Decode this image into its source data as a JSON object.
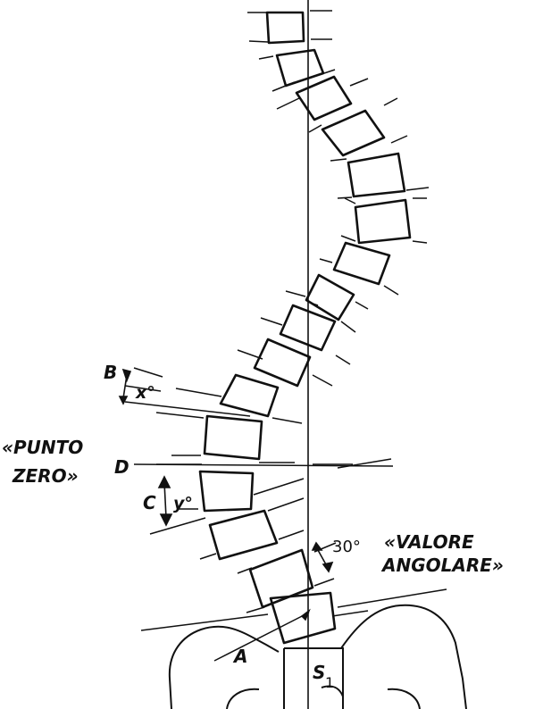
{
  "labels": {
    "point_b": "B",
    "angle_x": "x°",
    "punto_zero_line1": "«PUNTO",
    "punto_zero_line2": "ZERO»",
    "point_d": "D",
    "point_c": "C",
    "angle_y": "y°",
    "angle_30": "30°",
    "valore_line1": "«VALORE",
    "valore_line2": "ANGOLARE»",
    "point_a": "A",
    "sacrum_s": "S",
    "sacrum_sub": "1"
  },
  "colors": {
    "ink": "#111111",
    "paper": "#ffffff"
  }
}
